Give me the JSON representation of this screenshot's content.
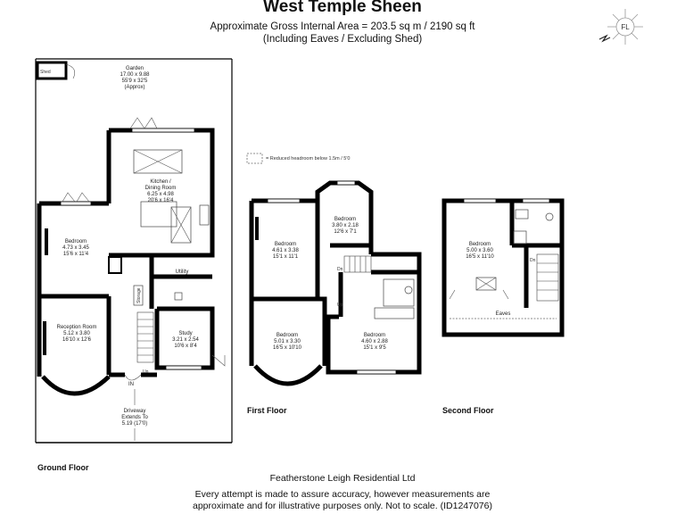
{
  "header": {
    "title": "West Temple Sheen",
    "area_line": "Approximate Gross Internal Area = 203.5 sq m / 2190 sq ft",
    "note_line": "(Including Eaves / Excluding Shed)"
  },
  "compass": {
    "badge": "FL"
  },
  "key": {
    "reduced_headroom": "= Reduced headroom below 1.5m / 5'0"
  },
  "ground_floor": {
    "label": "Ground Floor",
    "shed": "Shed",
    "garden": {
      "name": "Garden",
      "metric": "17.00 x 9.88",
      "imperial": "55'9 x 32'5",
      "note": "(Approx)"
    },
    "kitchen": {
      "name1": "Kitchen /",
      "name2": "Dining Room",
      "metric": "6.25 x 4.98",
      "imperial": "20'6 x 16'4"
    },
    "bedroom": {
      "name": "Bedroom",
      "metric": "4.73 x 3.45",
      "imperial": "15'6 x 11'4"
    },
    "utility": "Utility",
    "storage": "Storage",
    "up": "Up",
    "reception": {
      "name": "Reception Room",
      "metric": "5.12 x 3.80",
      "imperial": "16'10 x 12'6"
    },
    "study": {
      "name": "Study",
      "metric": "3.21 x 2.54",
      "imperial": "10'6 x 8'4"
    },
    "entrance": "IN",
    "driveway": {
      "name": "Driveway",
      "line2": "Extends To",
      "measure": "5.19 (17'0)"
    }
  },
  "first_floor": {
    "label": "First Floor",
    "bedroom_a": {
      "name": "Bedroom",
      "metric": "4.61 x 3.38",
      "imperial": "15'1 x 11'1"
    },
    "bedroom_b": {
      "name": "Bedroom",
      "metric": "3.80 x 2.18",
      "imperial": "12'6 x 7'1"
    },
    "dn": "Dn",
    "up": "Up",
    "bedroom_c": {
      "name": "Bedroom",
      "metric": "5.01 x 3.30",
      "imperial": "16'5 x 10'10"
    },
    "bedroom_d": {
      "name": "Bedroom",
      "metric": "4.60 x 2.88",
      "imperial": "15'1 x 9'5"
    }
  },
  "second_floor": {
    "label": "Second Floor",
    "bedroom": {
      "name": "Bedroom",
      "metric": "5.00 x 3.60",
      "imperial": "16'5 x 11'10"
    },
    "dn": "Dn",
    "eaves": "Eaves"
  },
  "footer": {
    "agent": "Featherstone Leigh Residential Ltd",
    "line1": "Every attempt is made to assure accuracy, however measurements are",
    "line2": "approximate and for illustrative purposes only. Not to scale. (ID1247076)"
  }
}
